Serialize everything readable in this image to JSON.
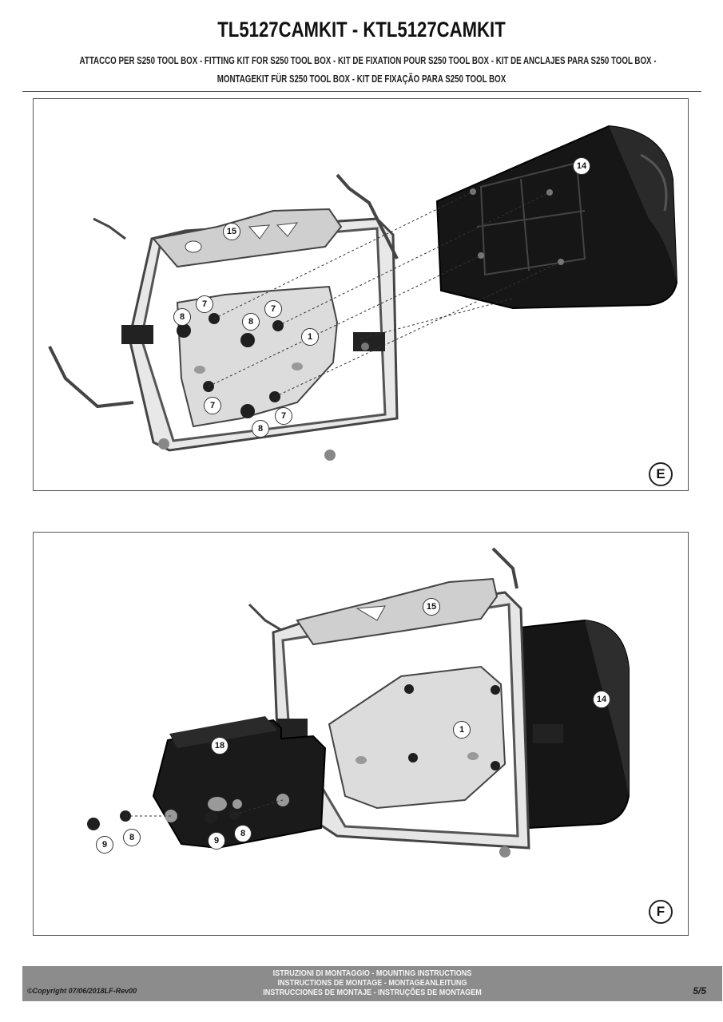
{
  "header": {
    "title": "TL5127CAMKIT - KTL5127CAMKIT",
    "subtitle_line1": "ATTACCO  PER S250 TOOL BOX - FITTING KIT FOR S250 TOOL BOX - KIT DE FIXATION POUR S250 TOOL BOX - KIT DE ANCLAJES PARA S250 TOOL BOX -",
    "subtitle_line2": "MONTAGEKIT FÜR S250 TOOL BOX - KIT DE FIXAÇÃO PARA S250 TOOL BOX"
  },
  "panel_e": {
    "letter": "E",
    "callouts": {
      "c14": "14",
      "c15": "15",
      "c1": "1",
      "c7a": "7",
      "c8a": "8",
      "c7b": "7",
      "c8b": "8",
      "c7c": "7",
      "c7d": "7",
      "c8c": "8"
    }
  },
  "panel_f": {
    "letter": "F",
    "callouts": {
      "c15": "15",
      "c14": "14",
      "c1": "1",
      "c18": "18",
      "c9a": "9",
      "c8a": "8",
      "c9b": "9",
      "c8b": "8"
    }
  },
  "footer": {
    "line1": "ISTRUZIONI DI MONTAGGIO  -  MOUNTING INSTRUCTIONS",
    "line2": "INSTRUCTIONS DE MONTAGE - MONTAGEANLEITUNG",
    "line3": "INSTRUCCIONES DE MONTAJE - INSTRUÇÕES DE MONTAGEM",
    "copyright": "©Copyright 07/06/2018LF-Rev00",
    "page": "5/5"
  }
}
